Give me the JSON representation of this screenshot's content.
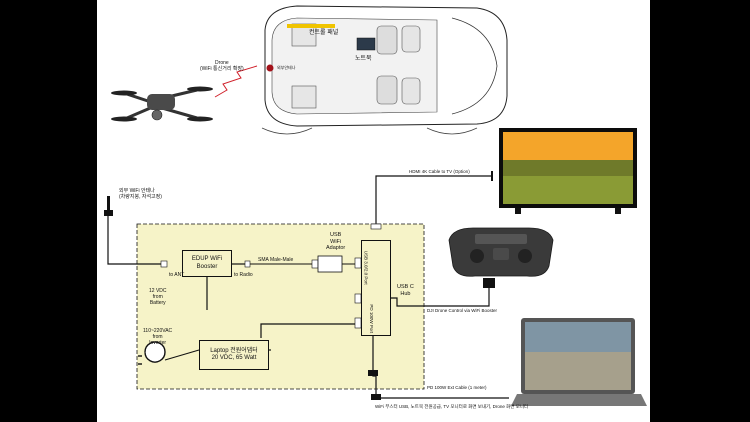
{
  "drone": {
    "label": "Drone",
    "sublabel": "(WiFi 통신거리 확장)"
  },
  "van": {
    "console_label": "컨트롤 패널",
    "laptop_label": "노트북",
    "antenna_label": "외부안테나"
  },
  "external_antenna": {
    "label": "외부 WiFi 안테나",
    "sublabel": "(차량지붕, 자석고정)"
  },
  "booster": {
    "title": "EDUP WiFi",
    "subtitle": "Booster",
    "port_ant": "to ANT",
    "port_radio": "to Radio"
  },
  "power_in": {
    "lines": [
      "12 VDC",
      "from",
      "Battery"
    ]
  },
  "sma_cable": {
    "label": "SMA Male-Male"
  },
  "usb_wifi": {
    "lines": [
      "USB",
      "WiFi",
      "Adaptor"
    ]
  },
  "hub": {
    "label": "USB C",
    "sublabel": "Hub",
    "port1": "USB 3.0/2.0 Port",
    "port2": "PD 100W Port"
  },
  "hdmi": {
    "label": "HDMI 4K Cable to TV (Option)"
  },
  "controller": {
    "label": "DJI Drone Control via WiFi Booster"
  },
  "ac_in": {
    "lines": [
      "110~220VAC",
      "from",
      "Inverter"
    ]
  },
  "adapter": {
    "title": "Laptop 전원어댑터",
    "subtitle": "20 VDC, 65 Watt"
  },
  "pd_cable": {
    "label": "PD 100W Ext Cable (1 meter)"
  },
  "footnote": {
    "text": "WiFi 부스터 USB, 노트북 전원공급, TV 모니터로 화면 보내기, Drone 화면 모니터"
  },
  "colors": {
    "accent": "#d0202a",
    "panel": "#f6f3c8",
    "line": "#111111"
  }
}
